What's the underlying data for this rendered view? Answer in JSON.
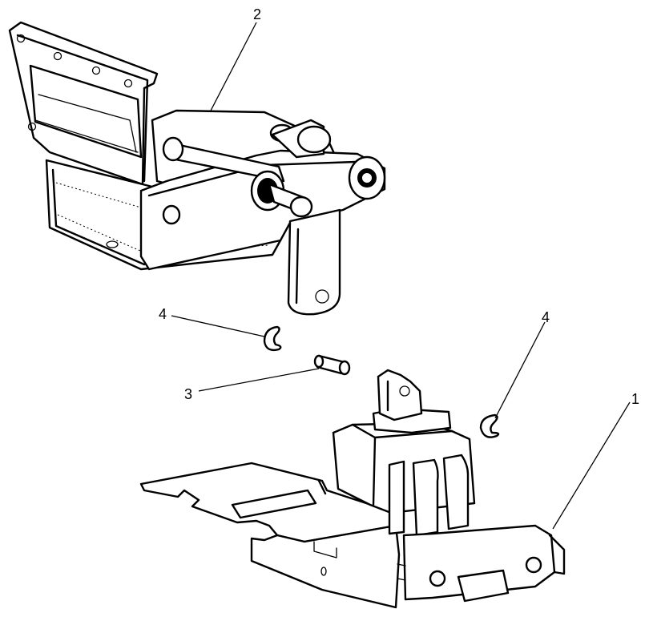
{
  "diagram": {
    "callouts": [
      {
        "id": "c1",
        "label": "1"
      },
      {
        "id": "c2",
        "label": "2"
      },
      {
        "id": "c3",
        "label": "3"
      },
      {
        "id": "c4a",
        "label": "4"
      },
      {
        "id": "c4b",
        "label": "4"
      }
    ],
    "colors": {
      "line": "#000000",
      "background": "#ffffff"
    }
  }
}
